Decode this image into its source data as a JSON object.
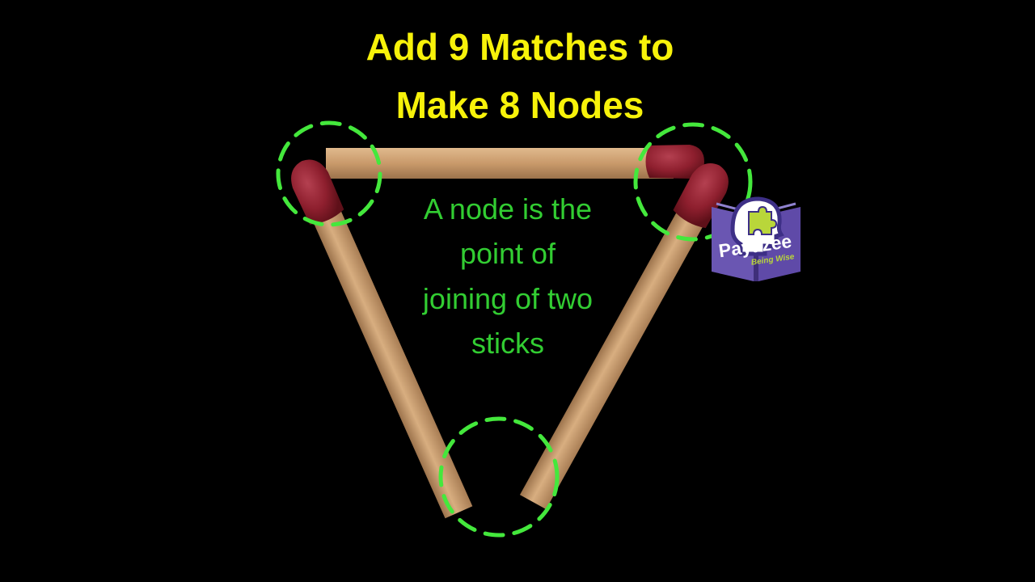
{
  "title": {
    "line1": "Add 9 Matches to",
    "line2": "Make 8 Nodes"
  },
  "note": {
    "lines": [
      "A node is the",
      "point of",
      "joining of two",
      "sticks"
    ]
  },
  "logo": {
    "brand": "Payazee",
    "tagline": "Being Wise"
  },
  "colors": {
    "background": "#000000",
    "title": "#f7f20a",
    "note": "#32cd32",
    "node_marker": "#44e83c",
    "match_wood": "#c99a6b",
    "match_head": "#8e1f2e",
    "logo_book": "#6a56b2"
  },
  "icons": [
    "matchstick",
    "node-circle-marker",
    "head-puzzle-icon",
    "open-book-icon"
  ]
}
